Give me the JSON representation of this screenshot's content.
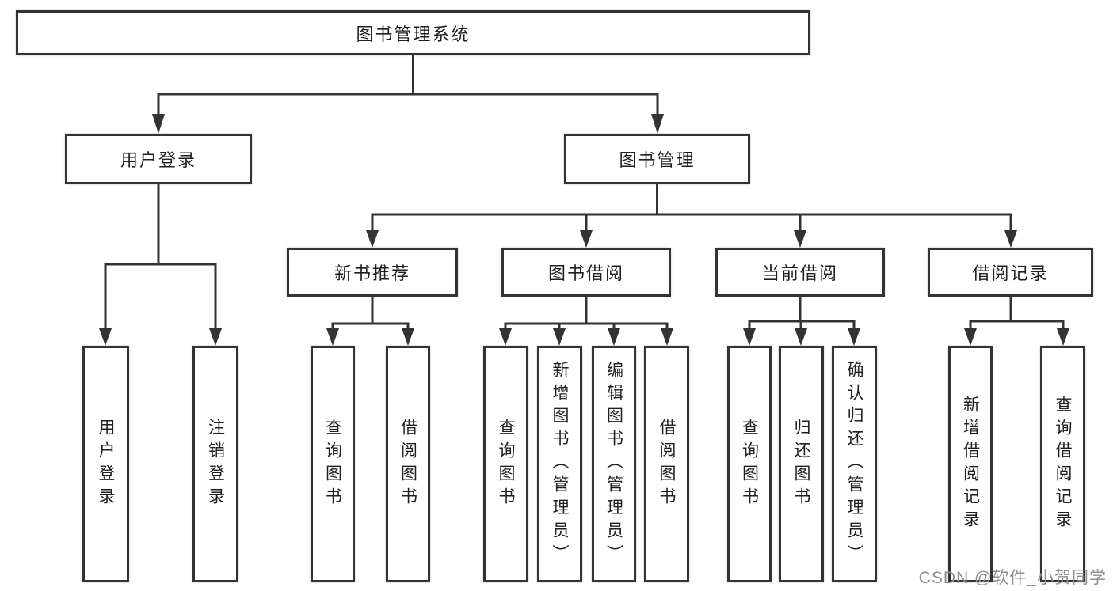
{
  "tree": {
    "root": {
      "label": "图书管理系统",
      "children": [
        {
          "label": "用户登录",
          "children": [
            {
              "label": "用户登录"
            },
            {
              "label": "注销登录"
            }
          ]
        },
        {
          "label": "图书管理",
          "children": [
            {
              "label": "新书推荐",
              "children": [
                {
                  "label": "查询图书"
                },
                {
                  "label": "借阅图书"
                }
              ]
            },
            {
              "label": "图书借阅",
              "children": [
                {
                  "label": "查询图书"
                },
                {
                  "label": "新增图书（管理员）"
                },
                {
                  "label": "编辑图书（管理员）"
                },
                {
                  "label": "借阅图书"
                }
              ]
            },
            {
              "label": "当前借阅",
              "children": [
                {
                  "label": "查询图书"
                },
                {
                  "label": "归还图书"
                },
                {
                  "label": "确认归还（管理员）"
                }
              ]
            },
            {
              "label": "借阅记录",
              "children": [
                {
                  "label": "新增借阅记录"
                },
                {
                  "label": "查询借阅记录"
                }
              ]
            }
          ]
        }
      ]
    }
  },
  "watermark": {
    "text": "CSDN @软件_小贺同学"
  },
  "colors": {
    "line": "#333333",
    "box_border": "#333333",
    "box_fill": "#ffffff",
    "text": "#1f1f1f",
    "watermark": "#8f8f8f",
    "background": "#ffffff"
  }
}
